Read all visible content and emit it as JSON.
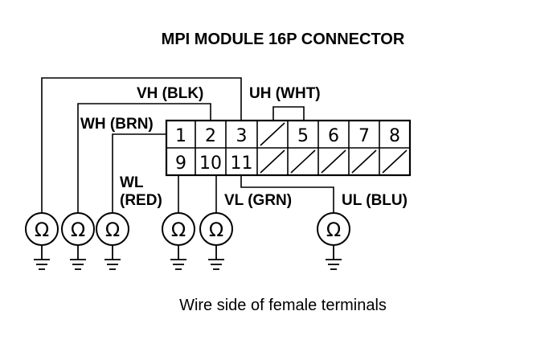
{
  "title": "MPI MODULE 16P CONNECTOR",
  "caption": "Wire side of female terminals",
  "connector": {
    "top_pins": [
      "1",
      "2",
      "3",
      "",
      "5",
      "6",
      "7",
      "8"
    ],
    "bottom_pins": [
      "9",
      "10",
      "11",
      "",
      "",
      "",
      "",
      ""
    ]
  },
  "wires": {
    "vh": "VH (BLK)",
    "uh": "UH (WHT)",
    "wh": "WH (BRN)",
    "wl_1": "WL",
    "wl_2": "(RED)",
    "vl": "VL (GRN)",
    "ul": "UL (BLU)"
  },
  "meter_symbol": "Ω",
  "icons": [
    "ohmmeter-icon",
    "ground-icon"
  ]
}
